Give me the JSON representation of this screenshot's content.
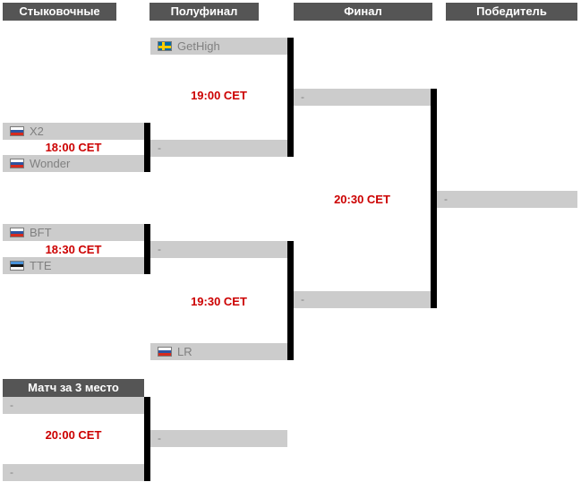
{
  "colors": {
    "header_bg": "#555555",
    "header_text": "#ffffff",
    "slot_bg": "#cccccc",
    "slot_text": "#808080",
    "time_text": "#cc0000",
    "connector": "#000000"
  },
  "headers": {
    "qualifiers": "Стыковочные",
    "semifinal": "Полуфинал",
    "final": "Финал",
    "winner": "Победитель",
    "third_place": "Матч за 3 место"
  },
  "placeholder": "-",
  "bracket": {
    "qualifier_1": {
      "team_top": {
        "name": "X2",
        "flag": "russia"
      },
      "time": "18:00 CET",
      "team_bottom": {
        "name": "Wonder",
        "flag": "russia"
      }
    },
    "qualifier_2": {
      "team_top": {
        "name": "BFT",
        "flag": "russia"
      },
      "time": "18:30 CET",
      "team_bottom": {
        "name": "TTE",
        "flag": "estonia"
      }
    },
    "semifinal_1": {
      "team_top": {
        "name": "GetHigh",
        "flag": "sweden"
      },
      "time": "19:00 CET",
      "slot_bottom": "-"
    },
    "semifinal_2": {
      "slot_top": "-",
      "time": "19:30 CET",
      "team_bottom": {
        "name": "LR",
        "flag": "russia"
      }
    },
    "final": {
      "slot_top": "-",
      "time": "20:30 CET",
      "slot_bottom": "-"
    },
    "winner": {
      "slot": "-"
    },
    "third_place": {
      "slot_top": "-",
      "time": "20:00 CET",
      "slot_bottom": "-",
      "slot_result": "-"
    }
  }
}
